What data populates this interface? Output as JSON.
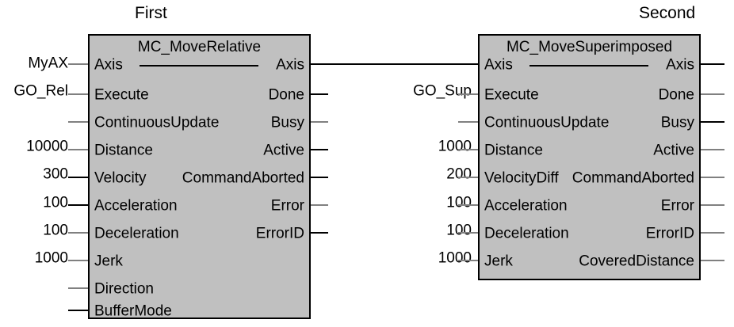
{
  "diagram": {
    "type": "plc-function-block-diagram",
    "background_color": "#ffffff",
    "block_fill_color": "#c0c0c0",
    "block_border_color": "#000000",
    "wire_color": "#000000"
  },
  "blocks": [
    {
      "instance_label": "First",
      "title": "MC_MoveRelative",
      "inputs": [
        {
          "name": "Axis",
          "value": "MyAX"
        },
        {
          "name": "Execute",
          "value": "GO_Rel"
        },
        {
          "name": "ContinuousUpdate",
          "value": ""
        },
        {
          "name": "Distance",
          "value": "10000"
        },
        {
          "name": "Velocity",
          "value": "300"
        },
        {
          "name": "Acceleration",
          "value": "100"
        },
        {
          "name": "Deceleration",
          "value": "100"
        },
        {
          "name": "Jerk",
          "value": "1000"
        },
        {
          "name": "Direction",
          "value": ""
        },
        {
          "name": "BufferMode",
          "value": ""
        }
      ],
      "outputs": [
        {
          "name": "Axis",
          "value": ""
        },
        {
          "name": "Done",
          "value": ""
        },
        {
          "name": "Busy",
          "value": ""
        },
        {
          "name": "Active",
          "value": ""
        },
        {
          "name": "CommandAborted",
          "value": ""
        },
        {
          "name": "Error",
          "value": ""
        },
        {
          "name": "ErrorID",
          "value": ""
        }
      ]
    },
    {
      "instance_label": "Second",
      "title": "MC_MoveSuperimposed",
      "inputs": [
        {
          "name": "Axis",
          "value": ""
        },
        {
          "name": "Execute",
          "value": "GO_Sup"
        },
        {
          "name": "ContinuousUpdate",
          "value": ""
        },
        {
          "name": "Distance",
          "value": "1000"
        },
        {
          "name": "VelocityDiff",
          "value": "200"
        },
        {
          "name": "Acceleration",
          "value": "100"
        },
        {
          "name": "Deceleration",
          "value": "100"
        },
        {
          "name": "Jerk",
          "value": "1000"
        }
      ],
      "outputs": [
        {
          "name": "Axis",
          "value": ""
        },
        {
          "name": "Done",
          "value": ""
        },
        {
          "name": "Busy",
          "value": ""
        },
        {
          "name": "Active",
          "value": ""
        },
        {
          "name": "CommandAborted",
          "value": ""
        },
        {
          "name": "Error",
          "value": ""
        },
        {
          "name": "ErrorID",
          "value": ""
        },
        {
          "name": "CoveredDistance",
          "value": ""
        }
      ]
    }
  ],
  "connections": [
    {
      "from": "First.Axis",
      "to": "Second.Axis"
    }
  ]
}
